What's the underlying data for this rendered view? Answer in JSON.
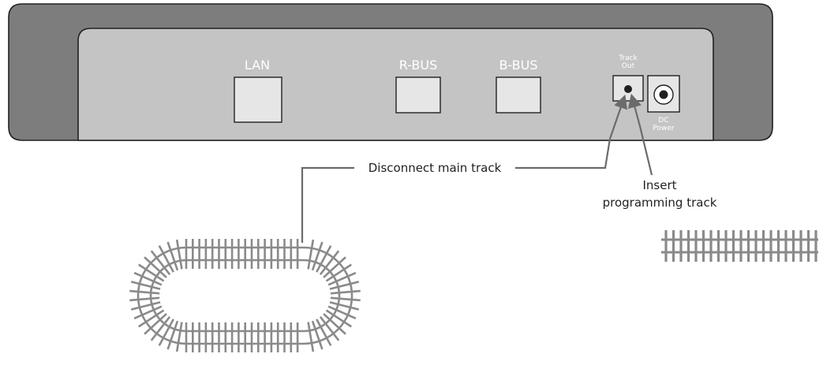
{
  "ports": {
    "lan": "LAN",
    "rbus": "R-BUS",
    "bbus": "B-BUS",
    "track_out_line1": "Track",
    "track_out_line2": "Out",
    "dc_power_line1": "DC",
    "dc_power_line2": "Power"
  },
  "callouts": {
    "disconnect": "Disconnect main track",
    "insert_line1": "Insert",
    "insert_line2": "programming track"
  },
  "colors": {
    "device_body": "#7d7d7d",
    "device_panel": "#c4c4c4",
    "port_fill": "#e6e6e6",
    "outline": "#231f20",
    "track": "#8a8a8a",
    "arrow": "#6b6b6b",
    "panel_text": "#ffffff",
    "callout_text": "#231f20"
  },
  "icons": {
    "connector_dot": "socket-icon",
    "dc_jack": "dc-jack-icon"
  }
}
